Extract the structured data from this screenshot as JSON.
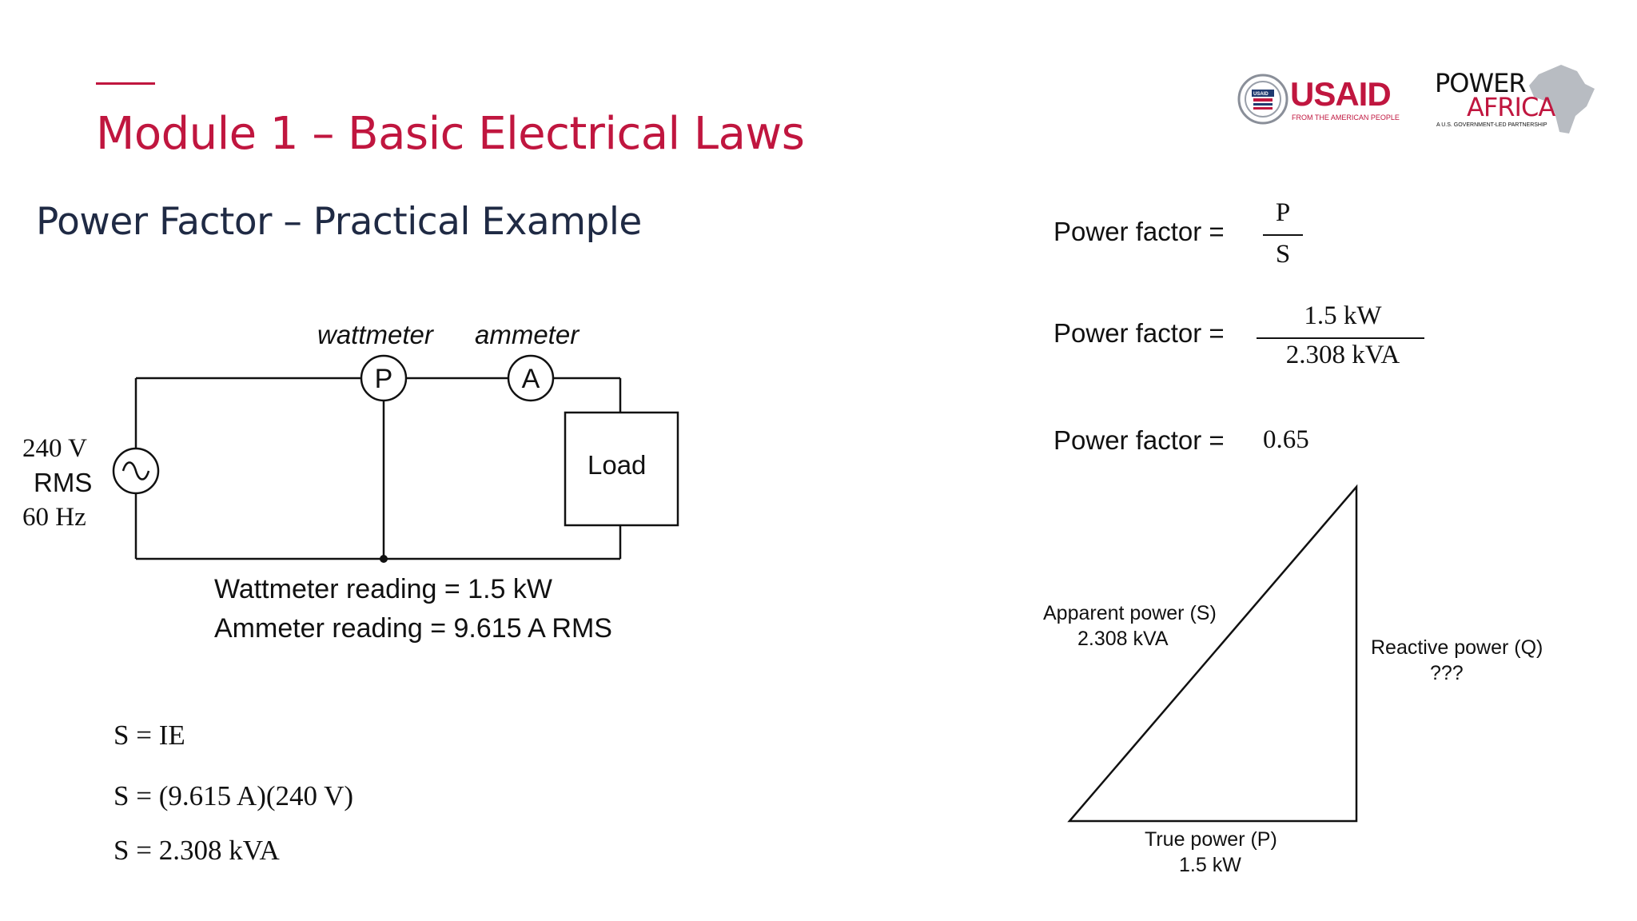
{
  "header": {
    "module_title": "Module 1 – Basic Electrical Laws",
    "subtitle": "Power Factor – Practical Example"
  },
  "logos": {
    "usaid": {
      "name": "USAID",
      "tagline": "FROM THE AMERICAN PEOPLE",
      "seal_text": "USAID"
    },
    "power_africa": {
      "line1": "POWER",
      "line2": "AFRICA",
      "tagline": "A U.S. GOVERNMENT-LED PARTNERSHIP"
    }
  },
  "circuit": {
    "source_voltage": "240 V",
    "source_type": "RMS",
    "source_freq": "60 Hz",
    "wattmeter_label": "wattmeter",
    "ammeter_label": "ammeter",
    "wattmeter_symbol": "P",
    "ammeter_symbol": "A",
    "load_label": "Load",
    "wattmeter_reading": "Wattmeter reading = 1.5 kW",
    "ammeter_reading": "Ammeter reading = 9.615 A RMS"
  },
  "equations": {
    "s_formula": "S = IE",
    "s_substituted": "S = (9.615 A)(240 V)",
    "s_result": "S = 2.308 kVA"
  },
  "power_factor": {
    "label": "Power factor =",
    "formula_num": "P",
    "formula_den": "S",
    "values_num": "1.5 kW",
    "values_den": "2.308 kVA",
    "result": "0.65"
  },
  "triangle": {
    "apparent_label": "Apparent power  (S)",
    "apparent_value": "2.308 kVA",
    "reactive_label": "Reactive power   (Q)",
    "reactive_value": "???",
    "true_label": "True power (P)",
    "true_value": "1.5 kW"
  },
  "colors": {
    "accent": "#c0163f",
    "title_dark": "#1f2a44",
    "line": "#111111"
  }
}
